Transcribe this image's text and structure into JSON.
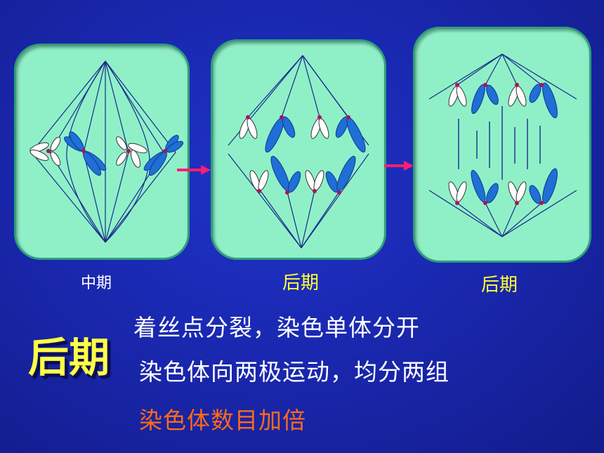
{
  "stages": {
    "panel1_label": "中期",
    "panel2_label": "后期",
    "panel3_label": "后期"
  },
  "title": "后期",
  "notes": {
    "line1": "着丝点分裂，染色单体分开",
    "line2": "染色体向两极运动，均分两组",
    "line3": "染色体数目加倍"
  },
  "colors": {
    "background": "#1a28b0",
    "panel_fill": "#8ff0c8",
    "panel_border": "#2f9e7a",
    "chromosome_blue": "#1f6fd6",
    "chromosome_white": "#ffffff",
    "centromere": "#b0105a",
    "arrow": "#ff1e6e",
    "title": "#ffff44",
    "highlight_text": "#ff6a1a"
  }
}
